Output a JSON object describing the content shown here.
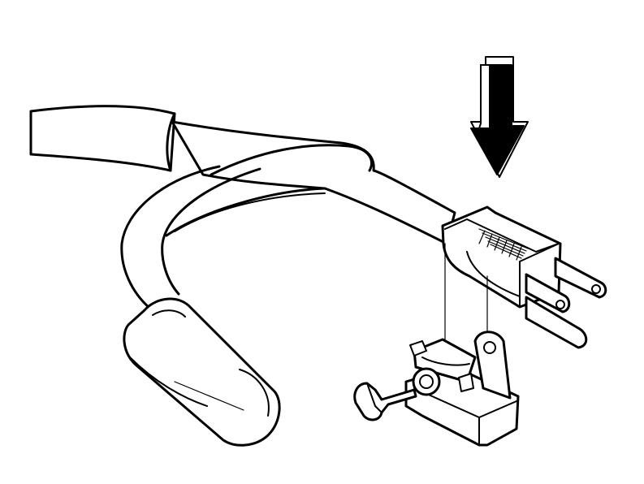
{
  "illustration": {
    "components": {
      "power_cord": "power-cord",
      "plug_cap": "cord-end-cap",
      "plug": "three-prong-plug",
      "clamp": "cord-clamp-bracket",
      "arrow": "down-arrow-icon"
    },
    "colors": {
      "line": "#000000",
      "background": "#ffffff"
    }
  }
}
